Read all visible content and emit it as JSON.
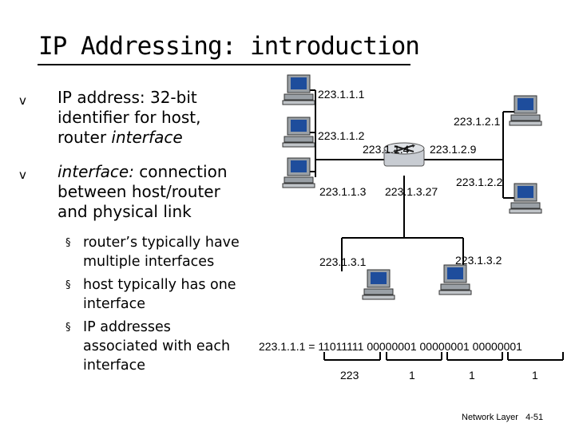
{
  "title": "IP Addressing: introduction",
  "bullets": [
    {
      "mark": "v",
      "lines": [
        "IP address: 32-bit",
        "identifier for host,",
        "router interface"
      ]
    },
    {
      "mark": "v",
      "lines": [
        "interface: connection",
        "between host/router",
        "and physical link"
      ]
    }
  ],
  "sub_bullets": [
    {
      "mark": "§",
      "lines": [
        "router’s typically have",
        "multiple interfaces"
      ]
    },
    {
      "mark": "§",
      "lines": [
        "host typically has one",
        "interface"
      ]
    },
    {
      "mark": "§",
      "lines": [
        "IP addresses",
        "associated with each",
        "interface"
      ]
    }
  ],
  "network": {
    "labels": {
      "h1": "223.1.1.1",
      "h2": "223.1.1.2",
      "router_if1": "223.1.1.4",
      "h3": "223.1.1.3",
      "router_if2": "223.1.2.9",
      "h4": "223.1.2.1",
      "h5": "223.1.2.2",
      "router_if3": "223.1.3.27",
      "h6": "223.1.3.1",
      "h7": "223.1.3.2"
    }
  },
  "binary": {
    "equation": "223.1.1.1 = 11011111 00000001 00000001 00000001",
    "octets": [
      "223",
      "1",
      "1",
      "1"
    ]
  },
  "footer": {
    "left": "Network Layer",
    "right": "4-51"
  },
  "colors": {
    "accent": "#000000",
    "monitor_screen": "#1e4d9c",
    "monitor_body": "#9aa0a6",
    "router_body": "#c8ccd2"
  }
}
